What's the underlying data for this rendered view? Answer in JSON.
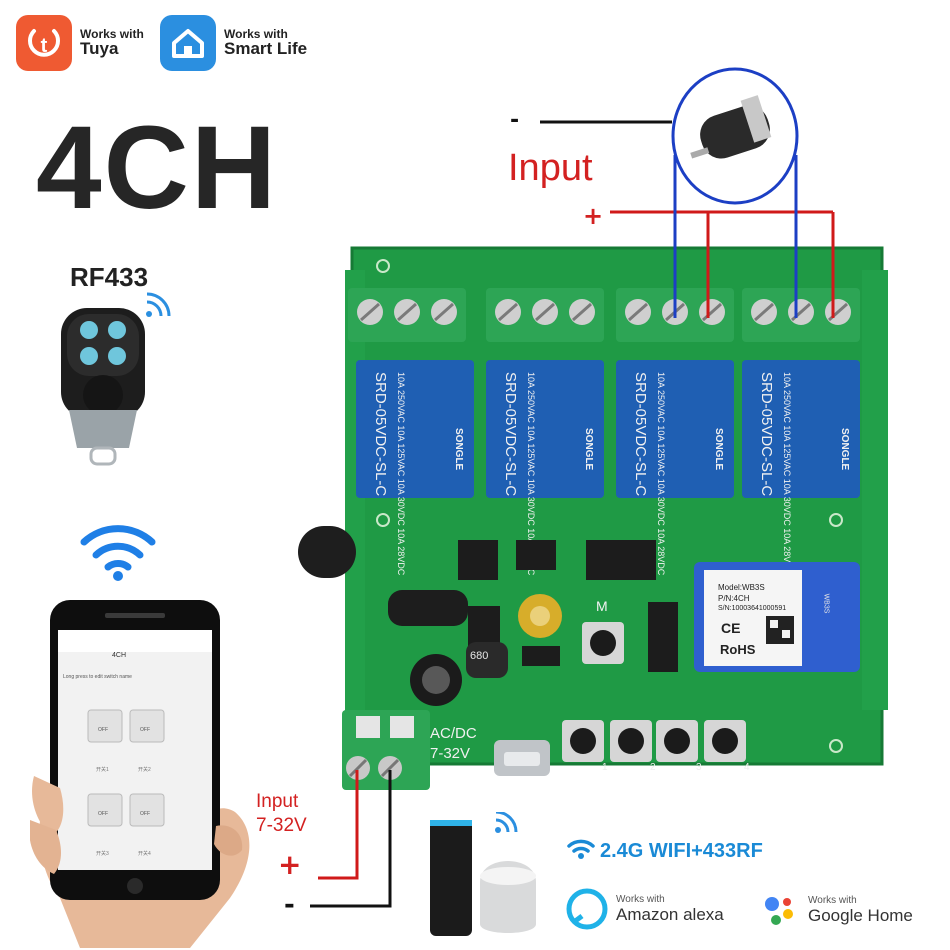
{
  "badges": {
    "tuya": {
      "line1": "Works with",
      "line2": "Tuya",
      "color": "#ef5a32"
    },
    "smart_life": {
      "line1": "Works with",
      "line2": "Smart  Life",
      "color": "#2b8fe0"
    }
  },
  "title": "4CH",
  "remote": {
    "label": "RF433"
  },
  "motor_wiring": {
    "label": "Input",
    "minus": "-",
    "plus": "+"
  },
  "power_input": {
    "line1": "Input",
    "line2": "7-32V",
    "plus": "+",
    "minus": "-"
  },
  "terminal_label": {
    "line1": "AC/DC",
    "line2": "7-32V"
  },
  "relays": [
    {
      "brand": "SONGLE",
      "model": "SRD-05VDC-SL-C",
      "rating": "10A 250VAC  10A 125VAC  10A 30VDC  10A 28VDC"
    },
    {
      "brand": "SONGLE",
      "model": "SRD-05VDC-SL-C",
      "rating": "10A 250VAC  10A 125VAC  10A 30VDC  10A 28VDC"
    },
    {
      "brand": "SONGLE",
      "model": "SRD-05VDC-SL-C",
      "rating": "10A 250VAC  10A 125VAC  10A 30VDC  10A 28VDC"
    },
    {
      "brand": "SONGLE",
      "model": "SRD-05VDC-SL-C",
      "rating": "10A 250VAC  10A 125VAC  10A 30VDC  10A 28VDC"
    }
  ],
  "wifi_module": {
    "model": "Model:WB3S",
    "pn": "P/N:4CH",
    "sn": "S/N:10003641000591",
    "ce": "CE",
    "rohs": "RoHS",
    "side": "WB3S"
  },
  "board_marks": {
    "m_button": "M",
    "inductor": "680",
    "button_nums": [
      "1",
      "2",
      "3",
      "4"
    ]
  },
  "phone": {
    "header": "4CH",
    "hint": "Long press to edit switch name",
    "buttons": [
      "OFF",
      "OFF",
      "OFF",
      "OFF"
    ],
    "captions": [
      "开关1",
      "开关2",
      "开关3",
      "开关4"
    ]
  },
  "wifi_band": "2.4G WIFI+433RF",
  "assistants": {
    "alexa": {
      "line1": "Works with",
      "line2": "Amazon alexa"
    },
    "google": {
      "line1": "Works with",
      "line2": "Google Home"
    }
  },
  "colors": {
    "pcb": "#1f9a45",
    "relay": "#1f5fb3",
    "terminal": "#2da555",
    "wire_red": "#d01a1a",
    "wire_blue": "#1c3fc4",
    "accent_red": "#d32121",
    "wifi_blue": "#1a8ad6"
  }
}
